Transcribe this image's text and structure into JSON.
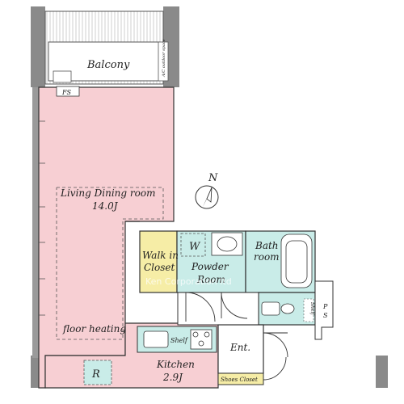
{
  "rooms": {
    "balcony": "Balcony",
    "ac_space": "A/C outdoor space",
    "fs": "FS",
    "living_name": "Living Dining room",
    "living_size": "14.0J",
    "floor_heating": "floor heating",
    "walk_in_1": "Walk in",
    "walk_in_2": "Closet",
    "washer": "W",
    "powder_1": "Powder",
    "powder_2": "Room",
    "bath_1": "Bath",
    "bath_2": "room",
    "shelf_kitchen": "Shelf",
    "shelf_wc": "Shelf",
    "kitchen_name": "Kitchen",
    "kitchen_size": "2.9J",
    "refrigerator": "R",
    "entrance": "Ent.",
    "shoes_closet": "Shoes Closet",
    "ps_1": "P",
    "ps_2": "S"
  },
  "compass": {
    "label": "N"
  },
  "watermark": "Ken Corporation ltd",
  "colors": {
    "living": "#f7cfd3",
    "wet": "#c9ece8",
    "closet": "#f6eda6",
    "wall": "#8a8a8a",
    "line": "#333333"
  }
}
